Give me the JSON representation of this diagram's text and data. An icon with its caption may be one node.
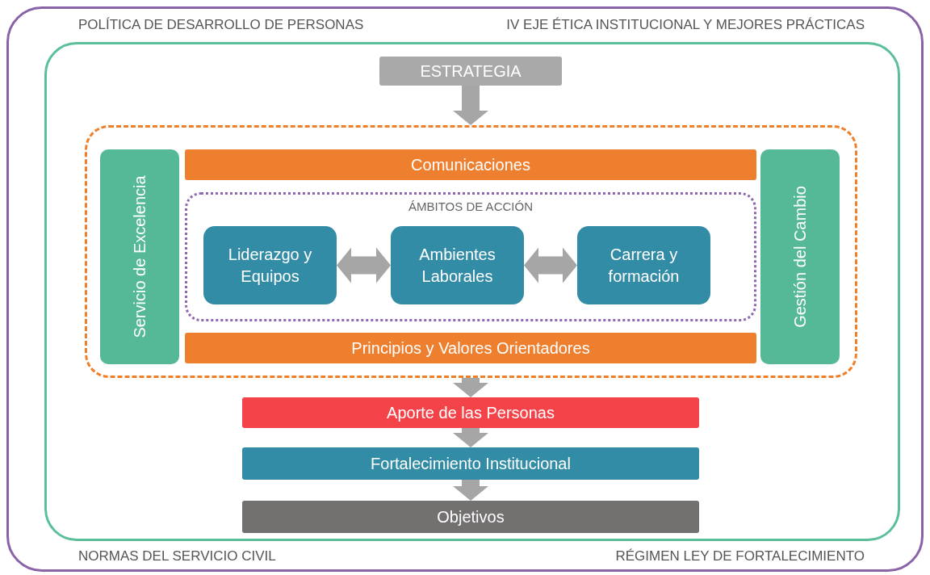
{
  "diagram": {
    "nodes": [
      {
        "text": [
          "POLÍTICA DE DESARROLLO DE PERSONAS",
          "IV EJE ÉTICA INSTITUCIONAL Y MEJORES PRÁCTICAS",
          "NORMAS DEL SERVICIO CIVIL",
          "RÉGIMEN LEY DE FORTALECIMIENTO"
        ]
      },
      {
        "text": [],
        "shape": "box",
        "in": 0
      },
      {
        "text": [
          "ESTRATEGIA"
        ],
        "in": 1
      },
      {
        "text": [],
        "shape": "box",
        "in": 1
      },
      {
        "text": [
          "Servicio de Excelencia"
        ],
        "in": 3
      },
      {
        "text": [
          "Comunicaciones"
        ],
        "in": 3
      },
      {
        "text": [
          "ÁMBITOS DE ACCIÓN"
        ],
        "in": 3
      },
      {
        "text": [
          "Liderazgo y Equipos"
        ],
        "in": 6
      },
      {
        "text": [
          "Ambientes Laborales"
        ],
        "in": 6
      },
      {
        "text": [
          "Carrera y formación"
        ],
        "in": 6
      },
      {
        "text": [
          "Gestión del Cambio"
        ],
        "in": 3
      },
      {
        "text": [
          "Principios y Valores Orientadores"
        ],
        "in": 3
      },
      {
        "text": [
          "Aporte de las Personas"
        ],
        "in": 1
      },
      {
        "text": [
          "Fortalecimiento Institucional"
        ],
        "in": 1
      },
      {
        "text": [
          "Objetivos"
        ],
        "in": 1
      }
    ],
    "edges": [
      {
        "from": 2,
        "to": 3,
        "arrow": "to"
      },
      {
        "from": 7,
        "to": 8,
        "arrow": "both"
      },
      {
        "from": 8,
        "to": 9,
        "arrow": "both"
      },
      {
        "from": 3,
        "to": 12,
        "arrow": "to"
      },
      {
        "from": 12,
        "to": 13,
        "arrow": "to"
      },
      {
        "from": 13,
        "to": 14,
        "arrow": "to"
      }
    ]
  }
}
